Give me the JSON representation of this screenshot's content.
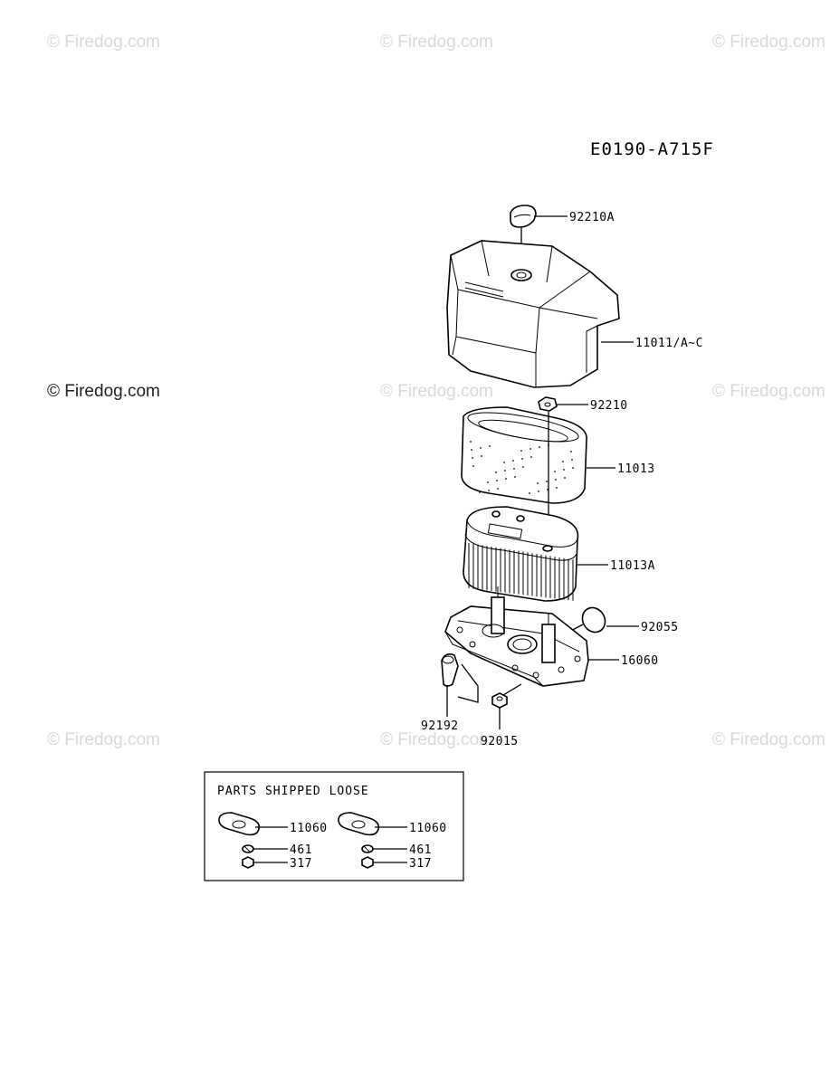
{
  "watermarks": [
    {
      "text": "© Firedog.com"
    },
    {
      "text": "© Firedog.com"
    },
    {
      "text": "© Firedog.com"
    },
    {
      "text": "© Firedog.com"
    },
    {
      "text": "© Firedog.com"
    },
    {
      "text": "© Firedog.com"
    },
    {
      "text": "© Firedog.com"
    },
    {
      "text": "© Firedog.com"
    },
    {
      "text": "© Firedog.com"
    }
  ],
  "diagram_code": "E0190-A715F",
  "parts": [
    {
      "number": "92210A"
    },
    {
      "number": "11011/A~C"
    },
    {
      "number": "92210"
    },
    {
      "number": "11013"
    },
    {
      "number": "11013A"
    },
    {
      "number": "92055"
    },
    {
      "number": "16060"
    },
    {
      "number": "92192"
    },
    {
      "number": "92015"
    }
  ],
  "loose_box": {
    "title": "PARTS SHIPPED LOOSE",
    "left": {
      "gasket": "11060",
      "washer": "461",
      "nut": "317"
    },
    "right": {
      "gasket": "11060",
      "washer": "461",
      "nut": "317"
    }
  }
}
